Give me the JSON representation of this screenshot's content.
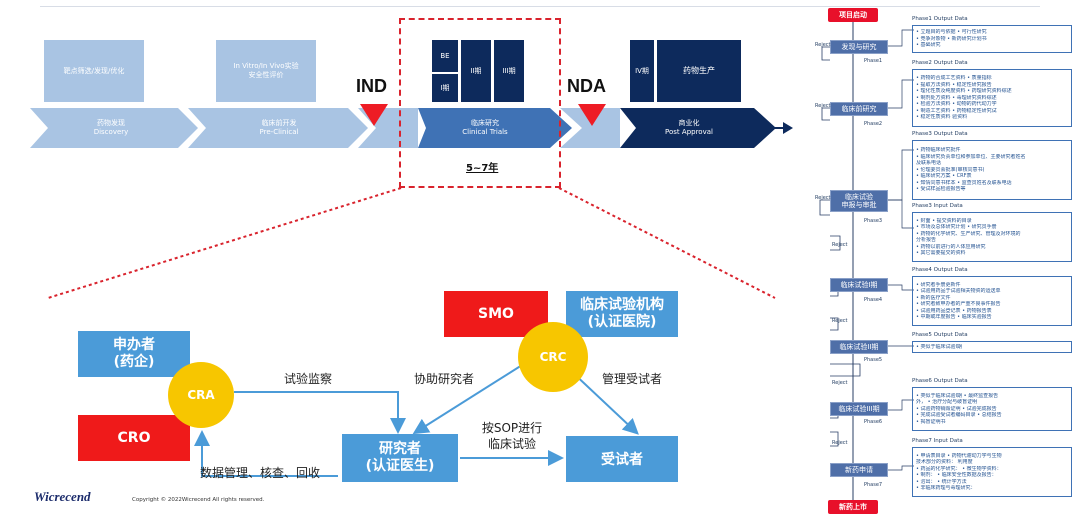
{
  "top_flow": {
    "box1": "靶点筛选/发现/优化",
    "box2_l1": "In Vitro/In Vivo实验",
    "box2_l2": "安全性评价",
    "arrow1_l1": "药物发现",
    "arrow1_l2": "Discovery",
    "arrow2_l1": "临床前开发",
    "arrow2_l2": "Pre-Clinical",
    "ind": "IND",
    "be": "BE",
    "phase1": "I期",
    "phase2": "II期",
    "phase3": "III期",
    "arrow3_l1": "临床研究",
    "arrow3_l2": "Clinical Trials",
    "duration": "5~7年",
    "nda": "NDA",
    "phase4": "IV期",
    "production": "药物生产",
    "arrow4_l1": "商业化",
    "arrow4_l2": "Post Approval"
  },
  "roles": {
    "sponsor_l1": "申办者",
    "sponsor_l2": "(药企)",
    "cro": "CRO",
    "cra": "CRA",
    "smo": "SMO",
    "site_l1": "临床试验机构",
    "site_l2": "(认证医院)",
    "crc": "CRC",
    "investigator_l1": "研究者",
    "investigator_l2": "(认证医生)",
    "subject": "受试者",
    "lbl_monitor": "试验监察",
    "lbl_assist": "协助研究者",
    "lbl_manage": "管理受试者",
    "lbl_sop_l1": "按SOP进行",
    "lbl_sop_l2": "临床试验",
    "lbl_data": "数据管理、核查、回收"
  },
  "footer": {
    "logo": "Wicrecend",
    "copyright": "Copyright © 2022Wicrecend All rights reserved."
  },
  "flowchart": {
    "start": "项目启动",
    "end": "新药上市",
    "steps": [
      "发现与研究",
      "临床前研究",
      "临床试验\n申报与审批",
      "临床试验I期",
      "临床试验II期",
      "临床试验III期",
      "新药申请"
    ],
    "phases": [
      "Phase1",
      "Phase2",
      "Phase3",
      "Phase4",
      "Phase5",
      "Phase6",
      "Phase7"
    ],
    "reject": "Reject",
    "phase_data": [
      {
        "title": "Phase1 Output Data",
        "items": [
          "• 立题目的与依据    • 可行性研究",
          "• 竞争对象物         • 新药研究计划书",
          "• 基础研究"
        ]
      },
      {
        "title": "Phase2 Output Data",
        "items": [
          "• 药物的合成工艺资料  • 质量指标",
          "• 提取方法资料          • 稳定性研究报告",
          "• 理化性质及纯度资料  • 药理研究资料综述",
          "• 制剂处方资料          • 毒理研究资料综述",
          "• 检验方法资料          • 动物的药代动力学",
          "• 制造工艺资料          • 药物稳定性研究试",
          "• 稳定性质资料             验资料"
        ]
      },
      {
        "title": "Phase3 Output Data",
        "items": [
          "• 药物临床研究批件",
          "• 临床研究负责单位和参加单位、主要研究者姓名",
          "  及联系电话",
          "• 伦理委员会批准(审核同意书)",
          "• 临床研究方案              • CRF表",
          "• 知情同意书样本            • 监查员姓名及联系电话",
          "• 受试样品检验报告等"
        ]
      },
      {
        "title": "Phase3 Input Data",
        "items": [
          "• 封面                    • 提交资料的目录",
          "• 市场及总体研究计划    • 研究员手册",
          "• 药物的化学研究、生产研究、管理及对环境的",
          "  分析报告",
          "• 药物以前进行的人体应用研究",
          "• 其它需要提交的资料"
        ]
      },
      {
        "title": "Phase4 Output Data",
        "items": [
          "• 研究者手册更新件",
          "• 试验用药品于试验相关物资的运送单",
          "• 新的医疗文件",
          "• 研究者致申办者的严重不良事件报告",
          "• 试验用药品登记表          • 药物报告表",
          "• 中期或年度报告            • 临床实验报告"
        ]
      },
      {
        "title": "Phase5 Output Data",
        "items": [
          "• 类似于临床试验I期"
        ]
      },
      {
        "title": "Phase6 Output Data",
        "items": [
          "• 类似于临床试验I期    • 最终监查报告",
          "  外，                     • 治疗分配与破盲证明",
          "• 试验药物销毁证明      • 试验完成报告",
          "• 完成试验受试者编码目录 • 总结报告",
          "• 揭盲证明书"
        ]
      },
      {
        "title": "Phase7 Input Data",
        "items": [
          "• 申请表目录           • 药物代谢动力学与生物",
          "  技术部分的资料：       利用度",
          "• 药品的化学研究：     • 微生物学资料：",
          "• 制剂：               • 临床安全性数据及报告：",
          "• 溶出：               • 统计学方法",
          "• 非临床药理与毒理研究："
        ]
      }
    ]
  }
}
